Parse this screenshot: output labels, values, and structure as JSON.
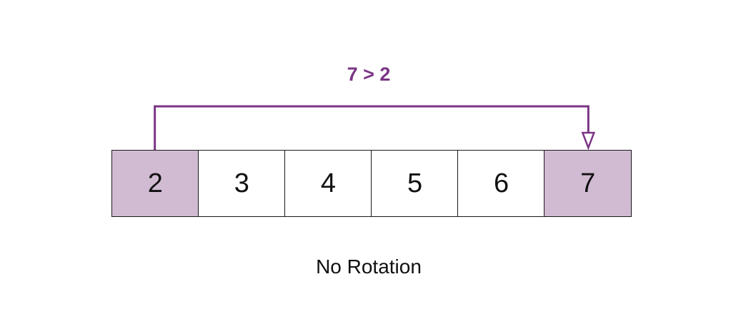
{
  "comparison_text": "7 > 2",
  "caption": "No Rotation",
  "cells": [
    {
      "value": "2",
      "highlighted": true
    },
    {
      "value": "3",
      "highlighted": false
    },
    {
      "value": "4",
      "highlighted": false
    },
    {
      "value": "5",
      "highlighted": false
    },
    {
      "value": "6",
      "highlighted": false
    },
    {
      "value": "7",
      "highlighted": true
    }
  ],
  "arrow": {
    "from_index": 0,
    "to_index": 5
  },
  "colors": {
    "accent": "#7b3585",
    "highlight_fill": "#d1bbd3",
    "cell_border": "#1a1a1a",
    "text": "#111111"
  }
}
